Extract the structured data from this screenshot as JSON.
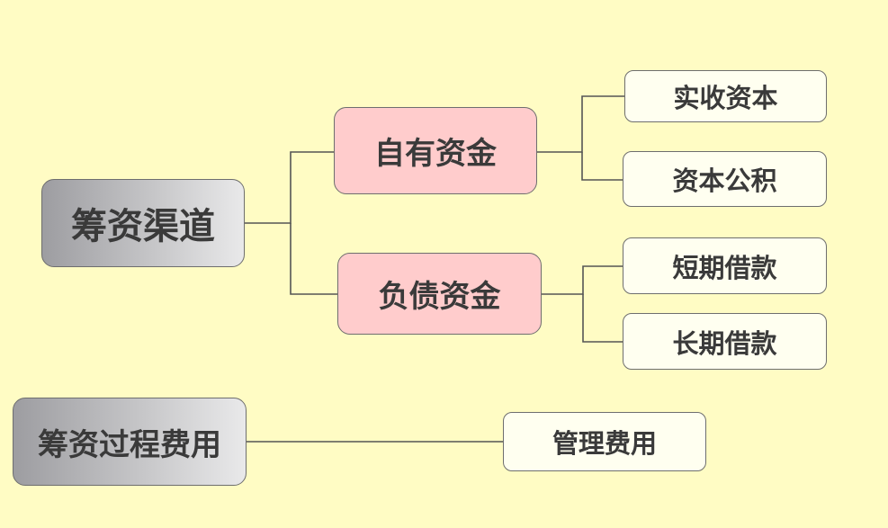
{
  "diagram": {
    "financing_channels": {
      "label": "筹资渠道",
      "children": [
        {
          "label": "自有资金",
          "children": [
            "实收资本",
            "资本公积"
          ]
        },
        {
          "label": "负债资金",
          "children": [
            "短期借款",
            "长期借款"
          ]
        }
      ]
    },
    "financing_costs": {
      "label": "筹资过程费用",
      "children": [
        "管理费用"
      ]
    }
  },
  "colors": {
    "background": "#fffcc4",
    "connector": "#555555",
    "level2_fill": "#ffcccc",
    "leaf_fill": "#fffff0"
  }
}
